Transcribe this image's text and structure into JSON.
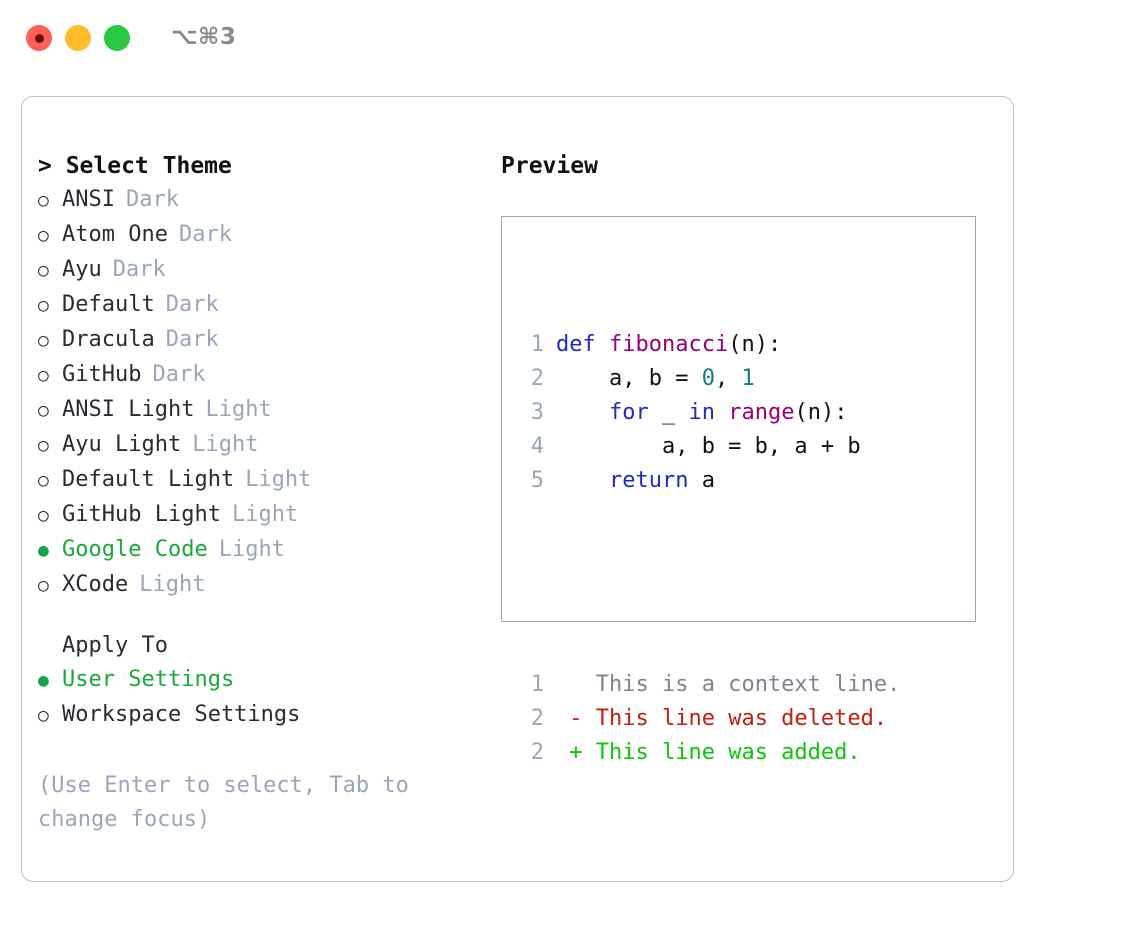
{
  "titlebar": {
    "shortcut": "⌥⌘3",
    "buttons": [
      {
        "name": "close",
        "color": "#ff6058"
      },
      {
        "name": "minimize",
        "color": "#ffbd2e"
      },
      {
        "name": "maximize",
        "color": "#28c840"
      }
    ]
  },
  "theme_section": {
    "header": "> Select Theme",
    "options": [
      {
        "name": "ANSI",
        "category": "Dark",
        "selected": false
      },
      {
        "name": "Atom One",
        "category": "Dark",
        "selected": false
      },
      {
        "name": "Ayu",
        "category": "Dark",
        "selected": false
      },
      {
        "name": "Default",
        "category": "Dark",
        "selected": false
      },
      {
        "name": "Dracula",
        "category": "Dark",
        "selected": false
      },
      {
        "name": "GitHub",
        "category": "Dark",
        "selected": false
      },
      {
        "name": "ANSI Light",
        "category": "Light",
        "selected": false
      },
      {
        "name": "Ayu Light",
        "category": "Light",
        "selected": false
      },
      {
        "name": "Default Light",
        "category": "Light",
        "selected": false
      },
      {
        "name": "GitHub Light",
        "category": "Light",
        "selected": false
      },
      {
        "name": "Google Code",
        "category": "Light",
        "selected": true
      },
      {
        "name": "XCode",
        "category": "Light",
        "selected": false
      }
    ]
  },
  "apply_section": {
    "header": "Apply To",
    "options": [
      {
        "name": "User Settings",
        "selected": true
      },
      {
        "name": "Workspace Settings",
        "selected": false
      }
    ]
  },
  "hint": "(Use Enter to select, Tab to change focus)",
  "preview": {
    "title": "Preview",
    "code_lines": [
      {
        "number": "1",
        "tokens": [
          {
            "text": "def ",
            "type": "kw"
          },
          {
            "text": "fibonacci",
            "type": "fn"
          },
          {
            "text": "(n):",
            "type": "plain"
          }
        ]
      },
      {
        "number": "2",
        "tokens": [
          {
            "text": "    a, b = ",
            "type": "plain"
          },
          {
            "text": "0",
            "type": "num"
          },
          {
            "text": ", ",
            "type": "plain"
          },
          {
            "text": "1",
            "type": "num"
          }
        ]
      },
      {
        "number": "3",
        "tokens": [
          {
            "text": "    ",
            "type": "plain"
          },
          {
            "text": "for",
            "type": "kw"
          },
          {
            "text": " _ ",
            "type": "plain"
          },
          {
            "text": "in",
            "type": "kw"
          },
          {
            "text": " ",
            "type": "plain"
          },
          {
            "text": "range",
            "type": "fn"
          },
          {
            "text": "(n):",
            "type": "plain"
          }
        ]
      },
      {
        "number": "4",
        "tokens": [
          {
            "text": "        a, b = b, a + b",
            "type": "plain"
          }
        ]
      },
      {
        "number": "5",
        "tokens": [
          {
            "text": "    ",
            "type": "kw_pad"
          },
          {
            "text": "return",
            "type": "kw"
          },
          {
            "text": " a",
            "type": "plain"
          }
        ]
      }
    ],
    "diff_lines": [
      {
        "number": "1",
        "marker": " ",
        "text": "This is a context line.",
        "kind": "ctx"
      },
      {
        "number": "2",
        "marker": "-",
        "text": "This line was deleted.",
        "kind": "del"
      },
      {
        "number": "2",
        "marker": "+",
        "text": "This line was added.",
        "kind": "add"
      }
    ]
  },
  "colors": {
    "accent_green": "#1aa83c",
    "muted": "#9aa5b8",
    "keyword": "#2727c4",
    "function": "#990073",
    "number": "#0d7d7d",
    "diff_add": "#0ec40e",
    "diff_del": "#c41e0e",
    "border": "#b8c0cc"
  }
}
